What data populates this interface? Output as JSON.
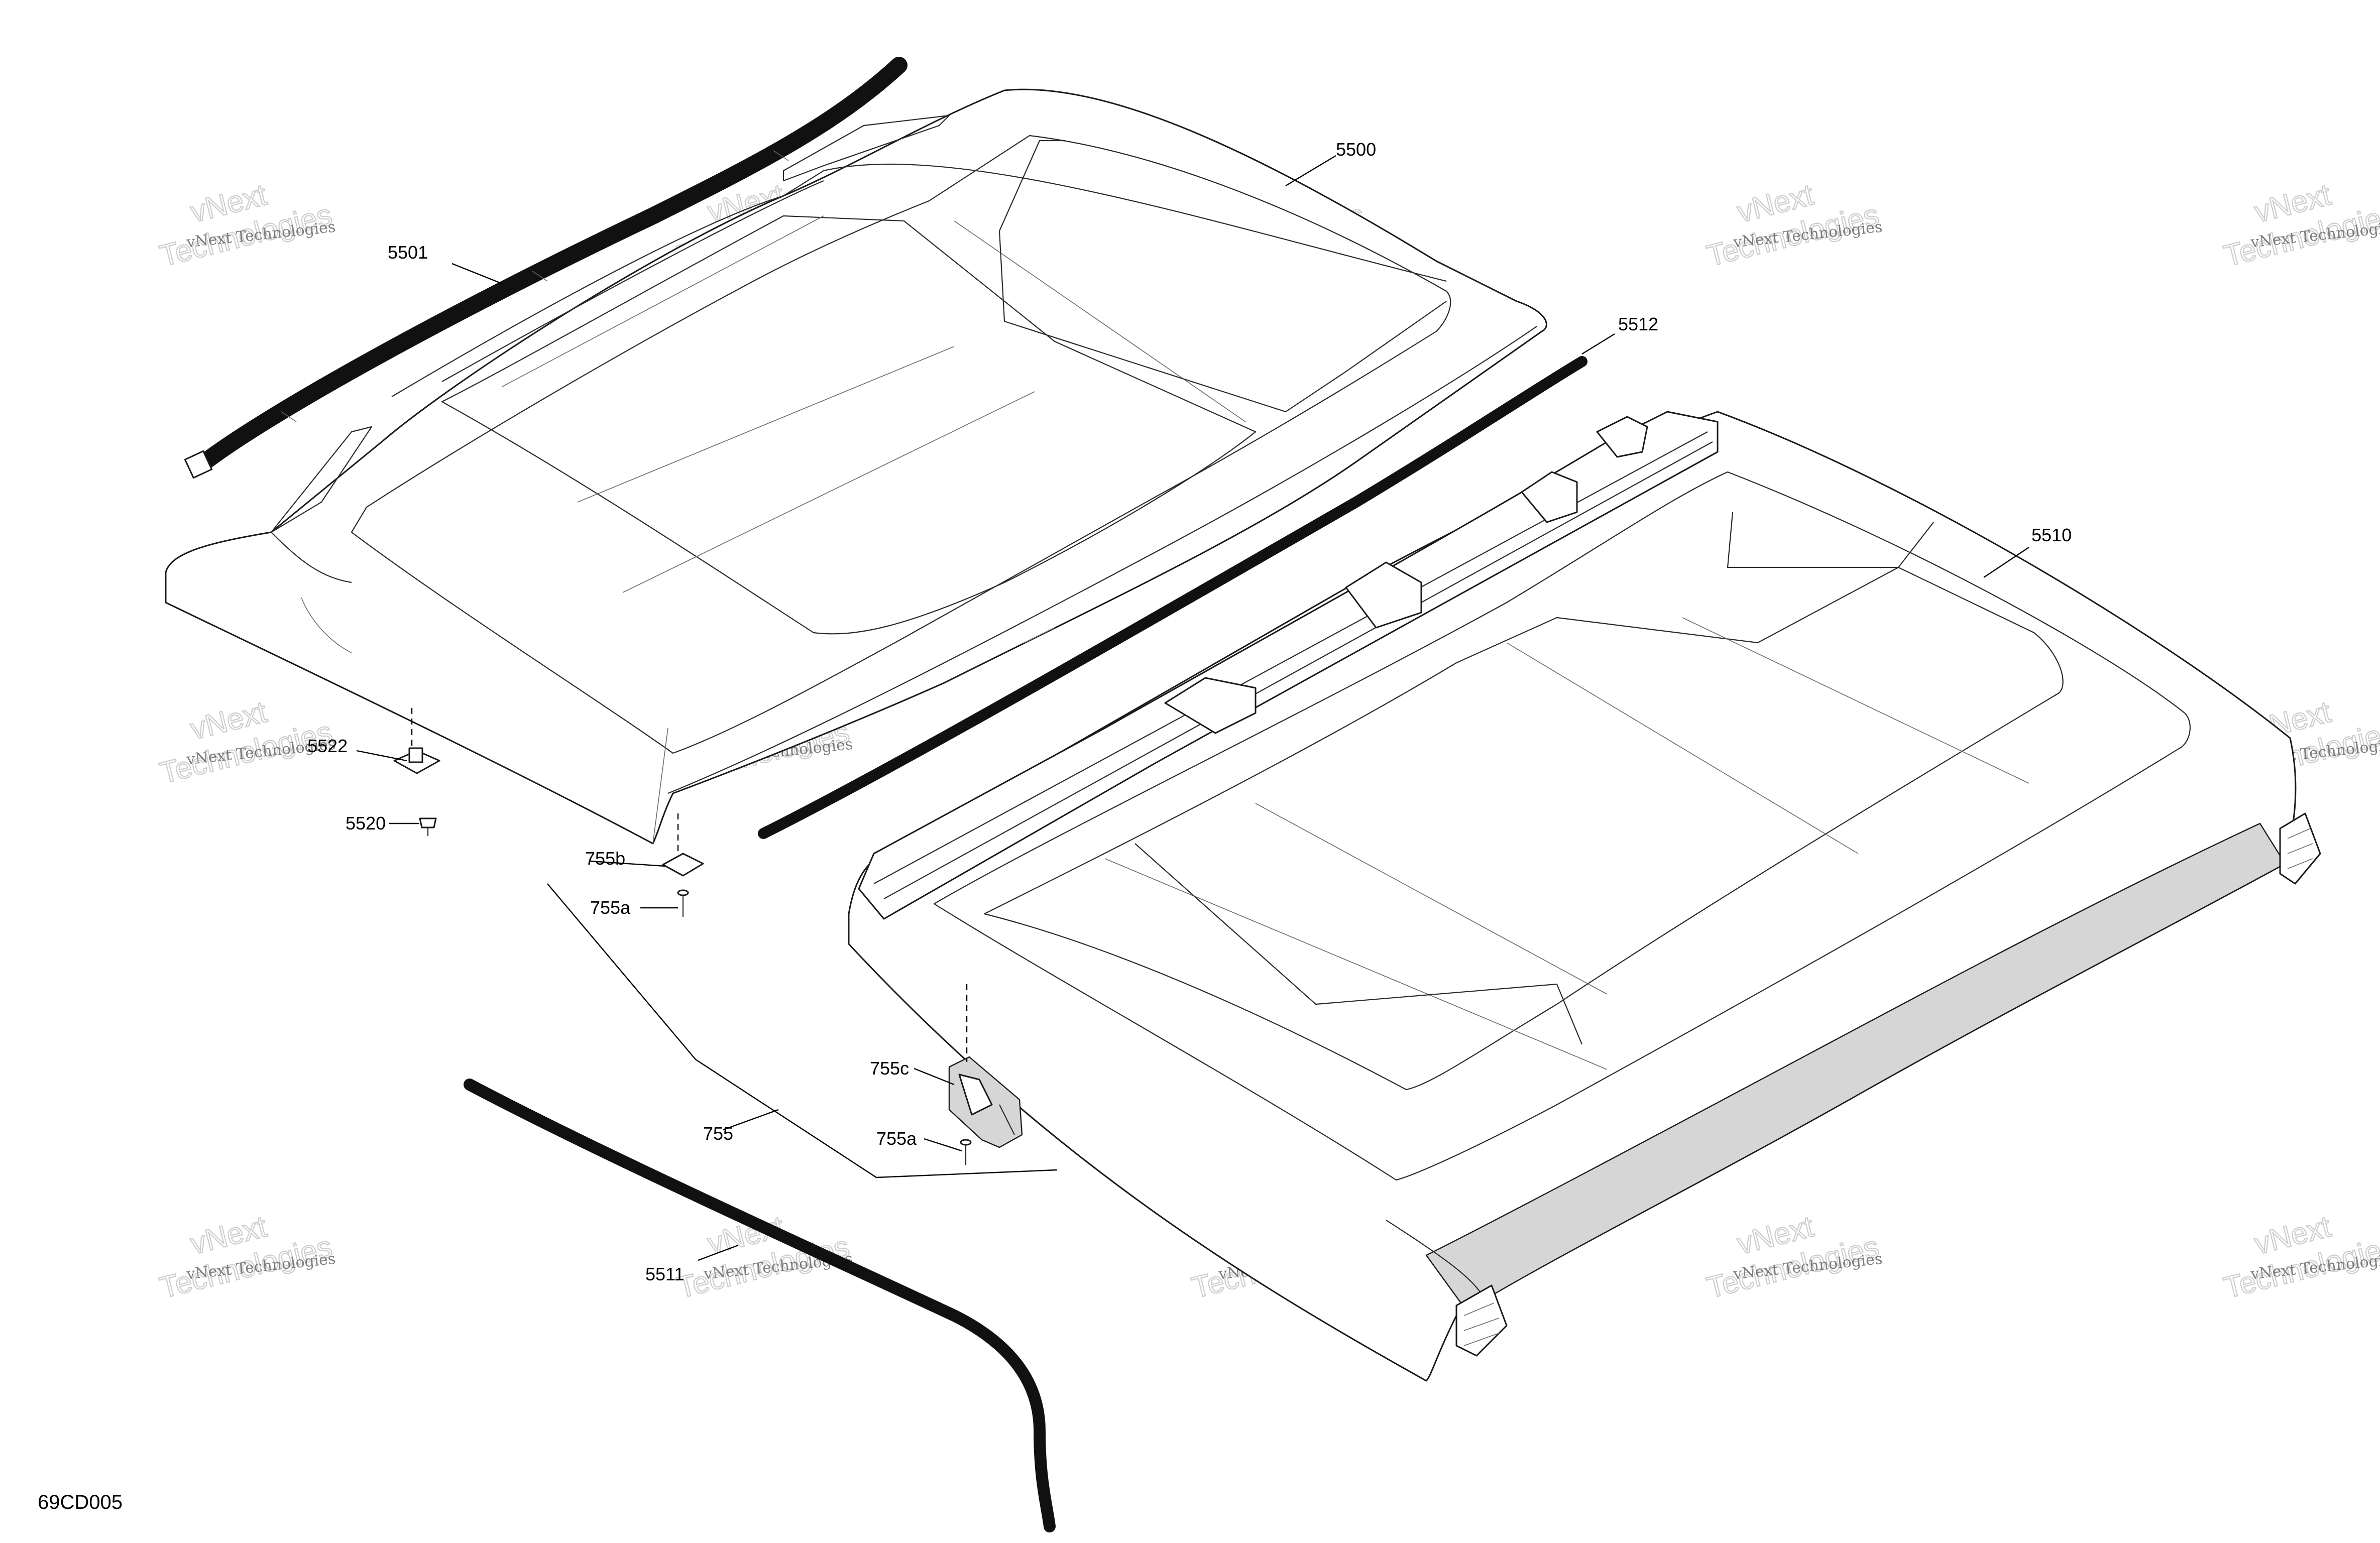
{
  "figure_id": "69CD005",
  "watermark": {
    "small_text": "vNext Technologies",
    "big_line1": "vNext",
    "big_line2": "Technologies"
  },
  "callouts": [
    {
      "id": "5500",
      "label": "5500"
    },
    {
      "id": "5501",
      "label": "5501"
    },
    {
      "id": "5510",
      "label": "5510"
    },
    {
      "id": "5511",
      "label": "5511"
    },
    {
      "id": "5512",
      "label": "5512"
    },
    {
      "id": "5520",
      "label": "5520"
    },
    {
      "id": "5522",
      "label": "5522"
    },
    {
      "id": "755",
      "label": "755"
    },
    {
      "id": "755a-left",
      "label": "755a"
    },
    {
      "id": "755a-right",
      "label": "755a"
    },
    {
      "id": "755b",
      "label": "755b"
    },
    {
      "id": "755c",
      "label": "755c"
    }
  ]
}
